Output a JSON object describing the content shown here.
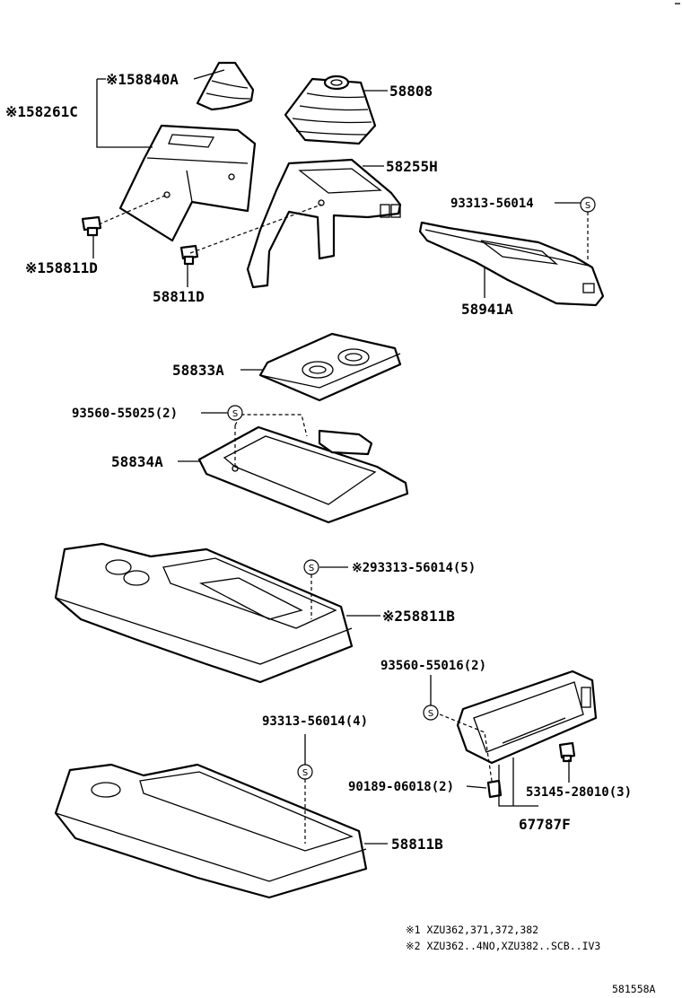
{
  "labels": {
    "p58840A": "※158840A",
    "p58261C": "※158261C",
    "p58808": "58808",
    "p58255H": "58255H",
    "p58811D_a": "※158811D",
    "p58811D_b": "58811D",
    "p93313_top": "93313-56014",
    "p58941A": "58941A",
    "p58833A": "58833A",
    "p93560_55025": "93560-55025(2)",
    "p58834A": "58834A",
    "p93313_5": "※293313-56014(5)",
    "p58811B_2": "※258811B",
    "p93560_55016": "93560-55016(2)",
    "p93313_4": "93313-56014(4)",
    "p90189": "90189-06018(2)",
    "p53145": "53145-28010(3)",
    "p67787F": "67787F",
    "p58811B": "58811B"
  },
  "footnotes": {
    "n1": "※1 XZU362,371,372,382",
    "n2": "※2 XZU362..4NO,XZU382..SCB..IV3"
  },
  "screw_symbol": "S",
  "diagram_code": "581558A"
}
